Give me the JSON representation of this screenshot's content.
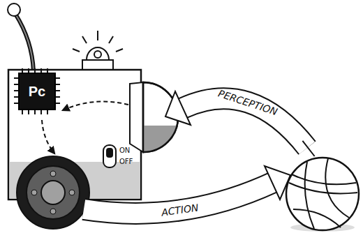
{
  "diagram": {
    "nodes": [
      {
        "text": [
          "Pc"
        ]
      }
    ],
    "labels": [
      "ON",
      "OFF",
      "PERCEPTION",
      "ACTION"
    ]
  }
}
